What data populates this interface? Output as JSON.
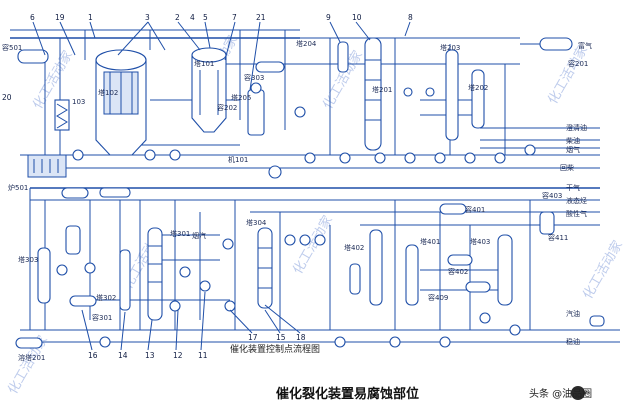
{
  "diagram": {
    "caption": "催化装置控制点流程图",
    "title": "催化裂化装置易腐蚀部位",
    "watermark": "化工活动家",
    "badge": "头条 @油品圈"
  },
  "units": [
    {
      "id": "ta501",
      "label": "容501"
    },
    {
      "id": "t102",
      "label": "塔102"
    },
    {
      "id": "t101",
      "label": "塔101"
    },
    {
      "id": "t202",
      "label": "塔202"
    },
    {
      "id": "rong303",
      "label": "容303"
    },
    {
      "id": "rong201",
      "label": "容201"
    },
    {
      "id": "t201",
      "label": "塔201"
    },
    {
      "id": "t203",
      "label": "塔203"
    },
    {
      "id": "t204",
      "label": "塔204"
    },
    {
      "id": "t205",
      "label": "塔205"
    },
    {
      "id": "rong202",
      "label": "容202"
    },
    {
      "id": "lu501",
      "label": "炉501"
    },
    {
      "id": "ji101",
      "label": "机101"
    },
    {
      "id": "t303",
      "label": "塔303"
    },
    {
      "id": "t301",
      "label": "塔301"
    },
    {
      "id": "t302",
      "label": "塔302"
    },
    {
      "id": "rong301",
      "label": "容301"
    },
    {
      "id": "rongta201",
      "label": "溶塔201"
    },
    {
      "id": "t304",
      "label": "塔304"
    },
    {
      "id": "t402",
      "label": "塔402"
    },
    {
      "id": "t401",
      "label": "塔401"
    },
    {
      "id": "t403",
      "label": "塔403"
    },
    {
      "id": "rong401",
      "label": "容401"
    },
    {
      "id": "rong402",
      "label": "容402"
    },
    {
      "id": "rong403",
      "label": "容403"
    },
    {
      "id": "rong409",
      "label": "容409"
    },
    {
      "id": "rong411",
      "label": "容411"
    },
    {
      "id": "n103",
      "label": "103"
    }
  ],
  "streams": [
    {
      "id": "fuqi",
      "label": "富气"
    },
    {
      "id": "cuqing",
      "label": "澄清油"
    },
    {
      "id": "chaiyou",
      "label": "柴油"
    },
    {
      "id": "yanqi",
      "label": "烟气"
    },
    {
      "id": "huichai",
      "label": "回柴"
    },
    {
      "id": "ganqi",
      "label": "干气"
    },
    {
      "id": "yehuaqi",
      "label": "液态烃"
    },
    {
      "id": "suanxingqi",
      "label": "酸性气"
    },
    {
      "id": "qiyou",
      "label": "汽油"
    },
    {
      "id": "huanshui",
      "label": "烟汽"
    },
    {
      "id": "wenyou",
      "label": "稳油"
    }
  ],
  "points": [
    "6",
    "19",
    "1",
    "3",
    "2",
    "5",
    "7",
    "21",
    "9",
    "10",
    "8",
    "18",
    "17",
    "16",
    "14",
    "13",
    "12",
    "11",
    "15",
    "20",
    "4"
  ]
}
